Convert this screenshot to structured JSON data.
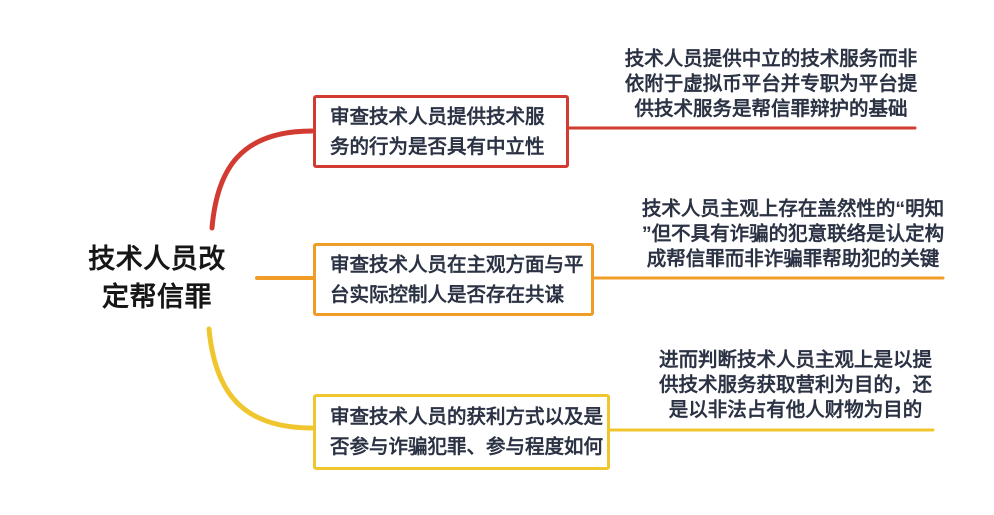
{
  "root": {
    "lines": [
      "技术人员改",
      "定帮信罪"
    ]
  },
  "branches": [
    {
      "color": "#d23b31",
      "topic": {
        "lines": [
          "审查技术人员提供技术服",
          "务的行为是否具有中立性"
        ]
      },
      "note": {
        "lines": [
          "技术人员提供中立的技术服务而非",
          "依附于虚拟币平台并专职为平台提",
          "供技术服务是帮信罪辩护的基础"
        ]
      }
    },
    {
      "color": "#ef9d27",
      "topic": {
        "lines": [
          "审查技术人员在主观方面与平",
          "台实际控制人是否存在共谋"
        ]
      },
      "note": {
        "lines": [
          "技术人员主观上存在盖然性的“明知",
          "”但不具有诈骗的犯意联络是认定构",
          "成帮信罪而非诈骗罪帮助犯的关键"
        ]
      }
    },
    {
      "color": "#f0c62f",
      "topic": {
        "lines": [
          "审查技术人员的获利方式以及是",
          "否参与诈骗犯罪、参与程度如何"
        ]
      },
      "note": {
        "lines": [
          "进而判断技术人员主观上是以提",
          "供技术服务获取营利为目的，还",
          "是以非法占有他人财物为目的"
        ]
      }
    }
  ]
}
